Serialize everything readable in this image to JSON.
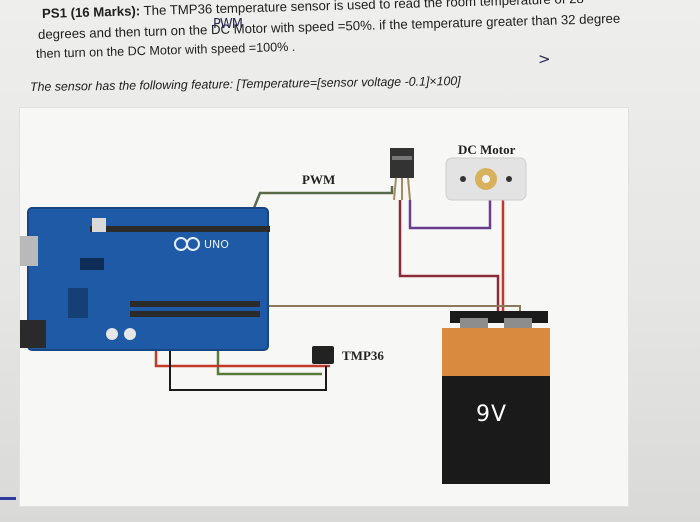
{
  "question": {
    "label": "PS1 (16 Marks):",
    "line1": "The TMP36 temperature sensor is used to read the room temperature of 28",
    "line2": "degrees and then turn on the DC Motor with speed =50%. if the temperature greater than 32 degree",
    "line3": "then turn on the DC Motor with speed =100% .",
    "feature": "The sensor has the following feature: [Temperature=[sensor voltage -0.1]×100]",
    "annotation_pwm": "PWM",
    "annotation_gt": ">"
  },
  "diagram": {
    "pwm_label": "PWM",
    "dc_motor_label": "DC Motor",
    "tmp36_label": "TMP36",
    "battery_label": "9V",
    "arduino_model": "UNO",
    "colors": {
      "arduino_board": "#1f5aa6",
      "battery_orange": "#d98a3e",
      "battery_black": "#1a1a1a",
      "wire_red": "#c0392b",
      "wire_purple": "#6a3d8f",
      "wire_green": "#5a7a3a",
      "wire_black": "#1a1a1a"
    }
  }
}
